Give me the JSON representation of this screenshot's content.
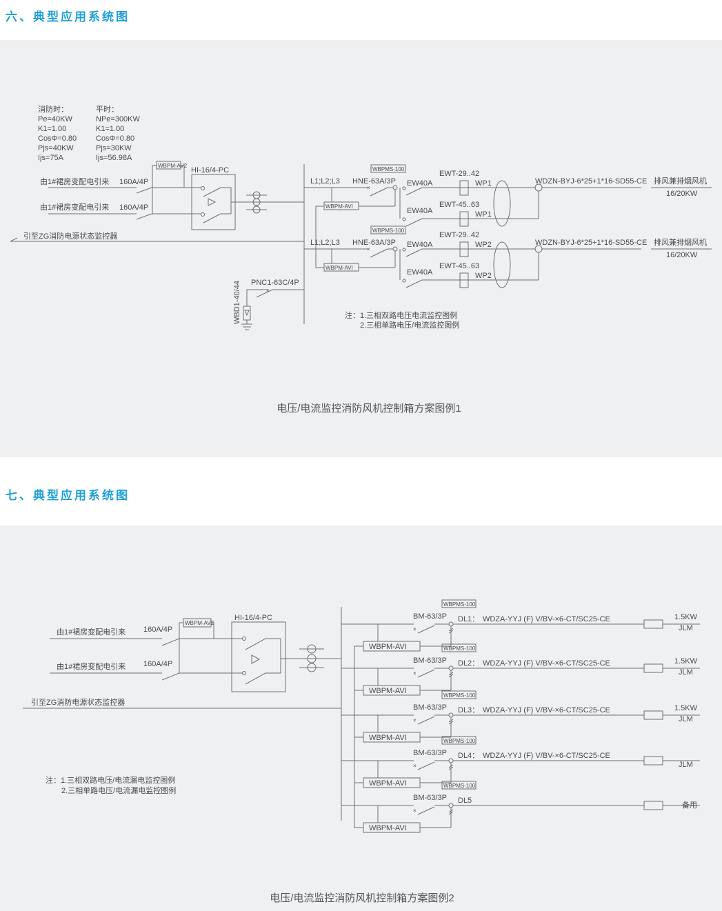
{
  "section6": {
    "heading": "六、典型应用系统图",
    "fire_mode": {
      "title": "消防时：",
      "lines": [
        "Pe=40KW",
        "K1=1.00",
        "CosΦ=0.80",
        "Pjs=40KW",
        "Ijs=75A"
      ]
    },
    "normal_mode": {
      "title": "平时：",
      "lines": [
        "NPe=300KW",
        "K1=1.00",
        "CosΦ=0.80",
        "Pjs=30KW",
        "Ijs=56.98A"
      ]
    },
    "incoming": [
      {
        "label": "由1#裙房变配电引来",
        "breaker": "160A/4P"
      },
      {
        "label": "由1#裙房变配电引来",
        "breaker": "160A/4P"
      }
    ],
    "monitor_av2": "WBPM-AV2",
    "ats": "HI-16/4-PC",
    "zg_label": "引至ZG消防电源状态监控器",
    "branches": [
      {
        "phases": "L1;L2;L3",
        "breaker": "HNE-63A/3P",
        "sensor": "WBPMS-100",
        "monitor": "WBPM-AVI",
        "sw1": "EW40A",
        "sw2": "EW40A",
        "relay1": "EWT-29..42",
        "relay2": "EWT-45..63",
        "wp1": "WP1",
        "wp2": "WP1",
        "cable": "WDZN-BYJ-6*25+1*16-SD55-CE",
        "load": "排风兼排烟风机",
        "power": "16/20KW"
      },
      {
        "phases": "L1;L2;L3",
        "breaker": "HNE-63A/3P",
        "sensor": "WBPMS-100",
        "monitor": "WBPM-AVI",
        "sw1": "EW40A",
        "sw2": "EW40A",
        "relay1": "EWT-29..42",
        "relay2": "EWT-45..63",
        "wp1": "WP2",
        "wp2": "WP2",
        "cable": "WDZN-BYJ-6*25+1*16-SD55-CE",
        "load": "排风兼排烟风机",
        "power": "16/20KW"
      }
    ],
    "spd_breaker": "PNC1-63C/4P",
    "spd": "WBD1-40/44",
    "notes": [
      "注：1.三相双路电压电流监控图例",
      "2.三相单路电压/电流监控图例"
    ],
    "caption": "电压/电流监控消防风机控制箱方案图例1"
  },
  "section7": {
    "heading": "七、典型应用系统图",
    "incoming": [
      {
        "label": "由1#裙房变配电引来",
        "breaker": "160A/4P"
      },
      {
        "label": "由1#裙房变配电引来",
        "breaker": "160A/4P"
      }
    ],
    "monitor_av2": "WBPM-AV2",
    "ats": "HI-16/4-PC",
    "zg_label": "引至ZG消防电源状态监控器",
    "rows": [
      {
        "sensor": "WBPMS-100",
        "breaker": "BM-63/3P",
        "circuit": "DL1：",
        "cable": "WDZA-YYJ (F) V/BV-×6-CT/SC25-CE",
        "power": "1.5KW",
        "load": "JLM",
        "monitor": "WBPM-AVI"
      },
      {
        "sensor": "WBPMS-100",
        "breaker": "BM-63/3P",
        "circuit": "DL2：",
        "cable": "WDZA-YYJ (F) V/BV-×6-CT/SC25-CE",
        "power": "1.5KW",
        "load": "JLM",
        "monitor": "WBPM-AVI"
      },
      {
        "sensor": "WBPMS-100",
        "breaker": "BM-63/3P",
        "circuit": "DL3：",
        "cable": "WDZA-YYJ (F) V/BV-×6-CT/SC25-CE",
        "power": "1.5KW",
        "load": "JLM",
        "monitor": "WBPM-AVI"
      },
      {
        "sensor": "WBPMS-100",
        "breaker": "BM-63/3P",
        "circuit": "DL4：",
        "cable": "WDZA-YYJ (F) V/BV-×6-CT/SC25-CE",
        "power": "",
        "load": "JLM",
        "monitor": "WBPM-AVI"
      },
      {
        "sensor": "WBPMS-100",
        "breaker": "BM-63/3P",
        "circuit": "DL5",
        "cable": "",
        "power": "",
        "load": "备用",
        "monitor": "WBPM-AVI"
      }
    ],
    "notes": [
      "注：1.三相双路电压/电流漏电监控图例",
      "2.三相单路电压/电流漏电监控图例"
    ],
    "caption": "电压/电流监控消防风机控制箱方案图例2"
  }
}
